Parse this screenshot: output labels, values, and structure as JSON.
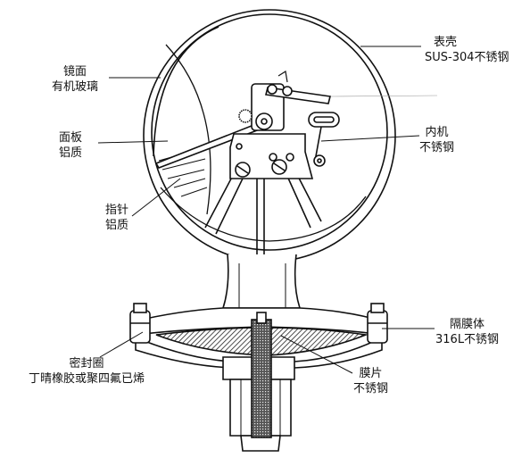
{
  "labels": {
    "case": {
      "line1": "表壳",
      "line2": "SUS-304不锈钢"
    },
    "mirror": {
      "line1": "镜面",
      "line2": "有机玻璃"
    },
    "dial": {
      "line1": "面板",
      "line2": "铝质"
    },
    "movement": {
      "line1": "内机",
      "line2": "不锈钢"
    },
    "pointer": {
      "line1": "指针",
      "line2": "铝质"
    },
    "diaphragm_body": {
      "line1": "隔膜体",
      "line2": "316L不锈钢"
    },
    "seal": {
      "line1": "密封圈",
      "line2": "丁晴橡胶或聚四氟已烯"
    },
    "membrane": {
      "line1": "膜片",
      "line2": "不锈钢"
    }
  }
}
